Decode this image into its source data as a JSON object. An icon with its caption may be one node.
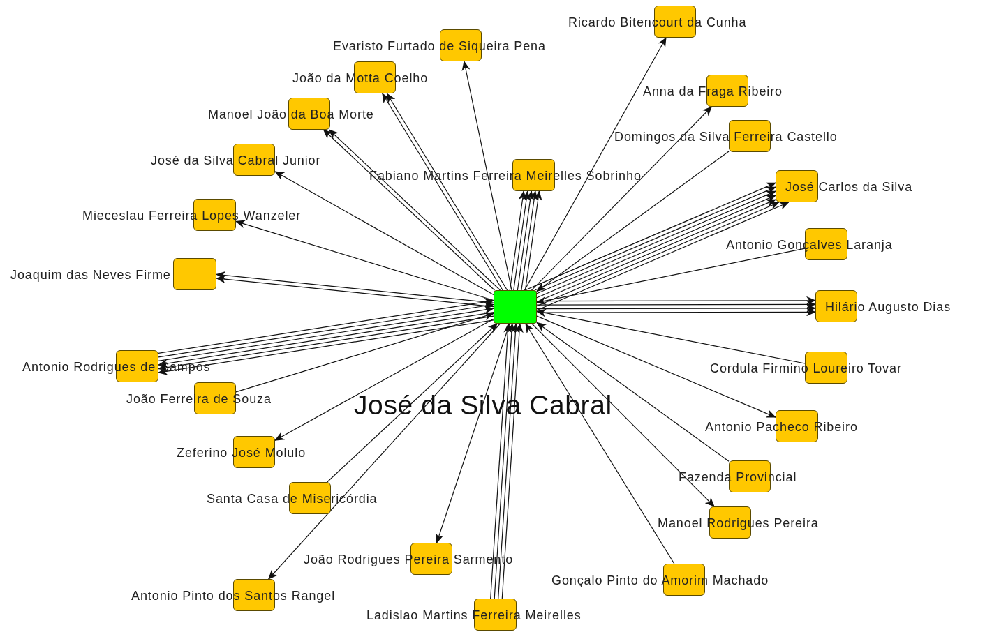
{
  "diagram": {
    "nodes": [
      {
        "text": [],
        "shape": "box",
        "beside": [
          "José da Silva Cabral"
        ]
      },
      {
        "text": [
          "Ricardo Bitencourt da Cunha"
        ]
      },
      {
        "text": [
          "Evaristo Furtado de Siqueira Pena"
        ]
      },
      {
        "text": [
          "João da Motta Coelho"
        ]
      },
      {
        "text": [
          "Anna da Fraga Ribeiro"
        ]
      },
      {
        "text": [
          "Manoel João da Boa Morte"
        ]
      },
      {
        "text": [
          "Domingos da Silva Ferreira Castello"
        ]
      },
      {
        "text": [
          "José da Silva Cabral Junior"
        ]
      },
      {
        "text": [
          "Fabiano Martins Ferreira Meirelles Sobrinho"
        ]
      },
      {
        "text": [
          "José Carlos da Silva"
        ]
      },
      {
        "text": [
          "Mieceslau Ferreira Lopes Wanzeler"
        ]
      },
      {
        "text": [
          "Antonio Gonçalves Laranja"
        ]
      },
      {
        "text": [
          "Joaquim das Neves Firme"
        ]
      },
      {
        "text": [
          "Hilário Augusto Dias"
        ]
      },
      {
        "text": [
          "Antonio Rodrigues de Campos"
        ]
      },
      {
        "text": [
          "Cordula Firmino Loureiro Tovar"
        ]
      },
      {
        "text": [
          "João Ferreira de Souza"
        ]
      },
      {
        "text": [
          "Antonio Pacheco Ribeiro"
        ]
      },
      {
        "text": [
          "Zeferino José Molulo"
        ]
      },
      {
        "text": [
          "Fazenda Provincial"
        ]
      },
      {
        "text": [
          "Santa Casa de Misericórdia"
        ]
      },
      {
        "text": [
          "Manoel Rodrigues Pereira"
        ]
      },
      {
        "text": [
          "João Rodrigues Pereira Sarmento"
        ]
      },
      {
        "text": [
          "Gonçalo Pinto do Amorim Machado"
        ]
      },
      {
        "text": [
          "Antonio Pinto dos Santos Rangel"
        ]
      },
      {
        "text": [
          "Ladislao Martins Ferreira Meirelles"
        ]
      }
    ],
    "edges": [
      {
        "from": 0,
        "to": 1,
        "arrow": "to"
      },
      {
        "from": 0,
        "to": 2,
        "arrow": "to"
      },
      {
        "from": 0,
        "to": 3,
        "arrow": "to"
      },
      {
        "from": 0,
        "to": 3,
        "arrow": "to"
      },
      {
        "from": 0,
        "to": 4,
        "arrow": "to"
      },
      {
        "from": 0,
        "to": 5,
        "arrow": "to"
      },
      {
        "from": 0,
        "to": 5,
        "arrow": "to"
      },
      {
        "from": 6,
        "to": 0,
        "arrow": "to"
      },
      {
        "from": 0,
        "to": 7,
        "arrow": "to"
      },
      {
        "from": 0,
        "to": 8,
        "arrow": "to"
      },
      {
        "from": 0,
        "to": 8,
        "arrow": "to"
      },
      {
        "from": 0,
        "to": 8,
        "arrow": "to"
      },
      {
        "from": 0,
        "to": 8,
        "arrow": "to"
      },
      {
        "from": 0,
        "to": 8,
        "arrow": "to"
      },
      {
        "from": 0,
        "to": 9,
        "arrow": "to"
      },
      {
        "from": 0,
        "to": 9,
        "arrow": "to"
      },
      {
        "from": 0,
        "to": 9,
        "arrow": "to"
      },
      {
        "from": 0,
        "to": 9,
        "arrow": "to"
      },
      {
        "from": 0,
        "to": 9,
        "arrow": "to"
      },
      {
        "from": 0,
        "to": 9,
        "arrow": "to"
      },
      {
        "from": 0,
        "to": 9,
        "arrow": "to"
      },
      {
        "from": 0,
        "to": 10,
        "arrow": "to"
      },
      {
        "from": 11,
        "to": 0,
        "arrow": "to"
      },
      {
        "from": 0,
        "to": 12,
        "arrow": "to"
      },
      {
        "from": 0,
        "to": 12,
        "arrow": "to"
      },
      {
        "from": 0,
        "to": 13,
        "arrow": "to"
      },
      {
        "from": 0,
        "to": 13,
        "arrow": "to"
      },
      {
        "from": 0,
        "to": 13,
        "arrow": "to"
      },
      {
        "from": 0,
        "to": 13,
        "arrow": "to"
      },
      {
        "from": 0,
        "to": 14,
        "arrow": "to"
      },
      {
        "from": 0,
        "to": 14,
        "arrow": "to"
      },
      {
        "from": 0,
        "to": 14,
        "arrow": "to"
      },
      {
        "from": 14,
        "to": 0,
        "arrow": "to"
      },
      {
        "from": 14,
        "to": 0,
        "arrow": "to"
      },
      {
        "from": 14,
        "to": 0,
        "arrow": "to"
      },
      {
        "from": 15,
        "to": 0,
        "arrow": "to"
      },
      {
        "from": 16,
        "to": 0,
        "arrow": "to"
      },
      {
        "from": 0,
        "to": 17,
        "arrow": "to"
      },
      {
        "from": 0,
        "to": 18,
        "arrow": "to"
      },
      {
        "from": 19,
        "to": 0,
        "arrow": "to"
      },
      {
        "from": 20,
        "to": 0,
        "arrow": "to"
      },
      {
        "from": 0,
        "to": 21,
        "arrow": "to"
      },
      {
        "from": 0,
        "to": 22,
        "arrow": "to"
      },
      {
        "from": 23,
        "to": 0,
        "arrow": "to"
      },
      {
        "from": 0,
        "to": 24,
        "arrow": "to"
      },
      {
        "from": 25,
        "to": 0,
        "arrow": "to"
      },
      {
        "from": 25,
        "to": 0,
        "arrow": "to"
      },
      {
        "from": 25,
        "to": 0,
        "arrow": "to"
      },
      {
        "from": 25,
        "to": 0,
        "arrow": "to"
      }
    ]
  }
}
